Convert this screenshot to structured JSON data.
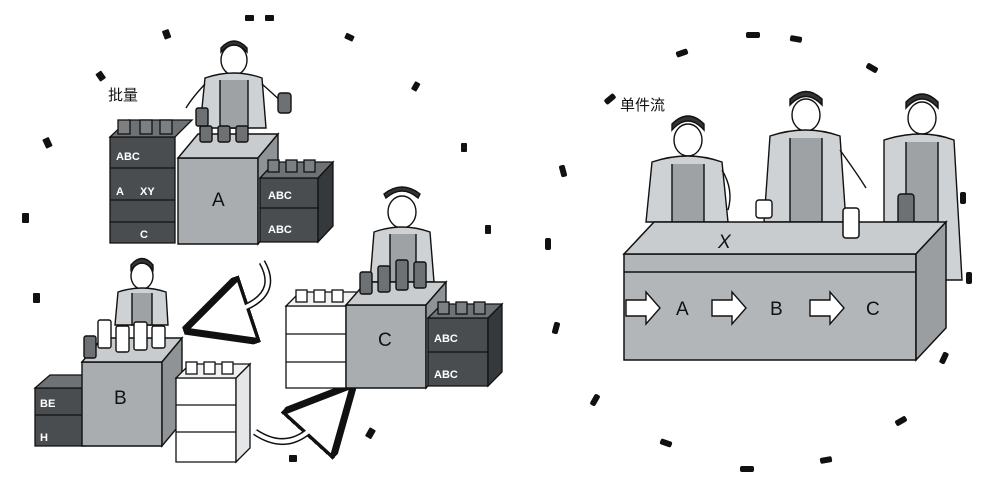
{
  "labels": {
    "batch": "批量",
    "single_piece_flow": "单件流"
  },
  "batch_stations": {
    "a": {
      "letter": "A",
      "left_crates": [
        "ABC",
        "A",
        "XY",
        "C"
      ],
      "right_crates": [
        "ABC",
        "ABC"
      ]
    },
    "b": {
      "letter": "B",
      "left_crates": [
        "BE",
        "H"
      ]
    },
    "c": {
      "letter": "C",
      "right_crates": [
        "ABC",
        "ABC"
      ]
    }
  },
  "flow_line": {
    "mark": "X",
    "stations": [
      "A",
      "B",
      "C"
    ]
  },
  "colors": {
    "box_gray": "#a9adb0",
    "box_top": "#c9cccf",
    "crate_dark": "#4a4d50",
    "belt_gray": "#b3b6b9",
    "outline": "#111111",
    "dash": "#111111"
  }
}
